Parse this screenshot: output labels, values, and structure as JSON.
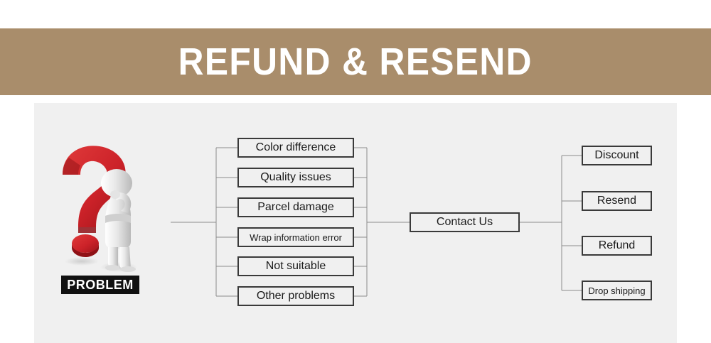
{
  "banner": {
    "title": "REFUND & RESEND",
    "background_color": "#a98d6b",
    "text_color": "#ffffff"
  },
  "panel": {
    "background_color": "#f0f0f0"
  },
  "illustration": {
    "icon_name": "question-mark-thinking-person",
    "label": "PROBLEM",
    "label_background_color": "#111111",
    "label_text_color": "#ffffff",
    "question_mark_color": "#cc2229",
    "figure_color": "#dcdcdc"
  },
  "diagram": {
    "node_border_color": "#3a3a3a",
    "node_fill_color": "#f0f0f0",
    "connector_color": "#8c8c8c",
    "problems": [
      {
        "label": "Color difference"
      },
      {
        "label": "Quality issues"
      },
      {
        "label": "Parcel damage"
      },
      {
        "label": "Wrap information error"
      },
      {
        "label": "Not suitable"
      },
      {
        "label": "Other problems"
      }
    ],
    "center": {
      "label": "Contact Us"
    },
    "solutions": [
      {
        "label": "Discount"
      },
      {
        "label": "Resend"
      },
      {
        "label": "Refund"
      },
      {
        "label": "Drop shipping"
      }
    ]
  }
}
